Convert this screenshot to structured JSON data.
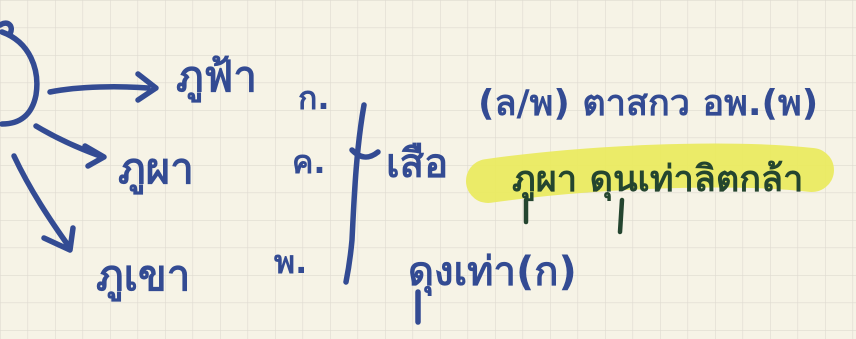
{
  "note": {
    "ink_color": "#334b93",
    "highlight_color": "#eaea5a",
    "highlight_ink_color": "#24452f",
    "grid_color": "#dedad0",
    "background": "#f6f3e6",
    "branches": [
      "ภูฟ้า",
      "ภูผา",
      "ภูเขา"
    ],
    "list_labels": [
      "ก.",
      "ค.",
      "พ."
    ],
    "bracket_word": "เสือ",
    "top_line": "(ล/พ) ตาสกว อพ.(พ)",
    "highlighted_line": "ภูผา ดุนเท่าลิตกล้า",
    "bottom_line": "ดุงเท่า(ก)"
  }
}
